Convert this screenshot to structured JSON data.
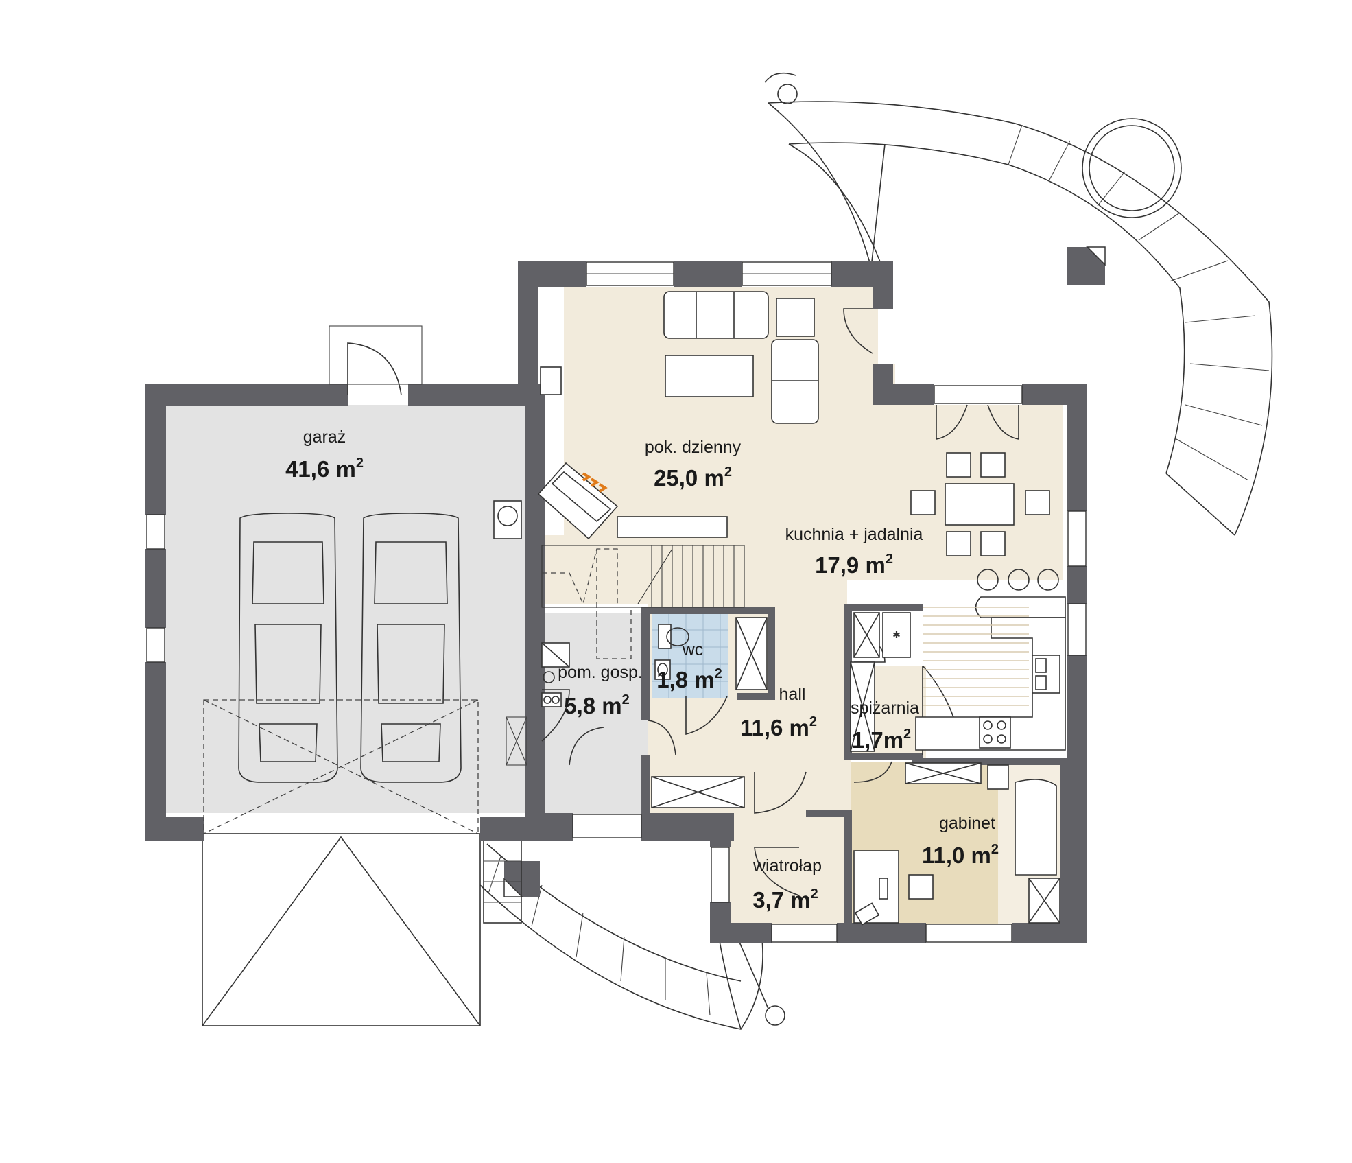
{
  "rooms": {
    "garage": {
      "name": "garaż",
      "area": "41,6 m",
      "sup": "2",
      "fill": "#e3e3e3"
    },
    "living": {
      "name": "pok. dzienny",
      "area": "25,0 m",
      "sup": "2",
      "fill": "#f2ebdc"
    },
    "kitchen": {
      "name": "kuchnia + jadalnia",
      "area": "17,9 m",
      "sup": "2",
      "fill": "#f2ebdc"
    },
    "utility": {
      "name": "pom. gosp.",
      "area": "5,8 m",
      "sup": "2",
      "fill": "#e3e3e3"
    },
    "wc": {
      "name": "wc",
      "area": "1,8 m",
      "sup": "2",
      "fill": "#c9dcea"
    },
    "hall": {
      "name": "hall",
      "area": "11,6 m",
      "sup": "2",
      "fill": "#f2ebdc"
    },
    "pantry": {
      "name": "spiżarnia",
      "area": "1,7m",
      "sup": "2",
      "fill": "#f2ebdc"
    },
    "study": {
      "name": "gabinet",
      "area": "11,0 m",
      "sup": "2",
      "fill": "#e8dcbc"
    },
    "vestibule": {
      "name": "wiatrołap",
      "area": "3,7 m",
      "sup": "2",
      "fill": "#f2ebdc"
    }
  },
  "colors": {
    "wall": "#616166",
    "line": "#333333",
    "fireplace_flame": "#e07b1a"
  }
}
